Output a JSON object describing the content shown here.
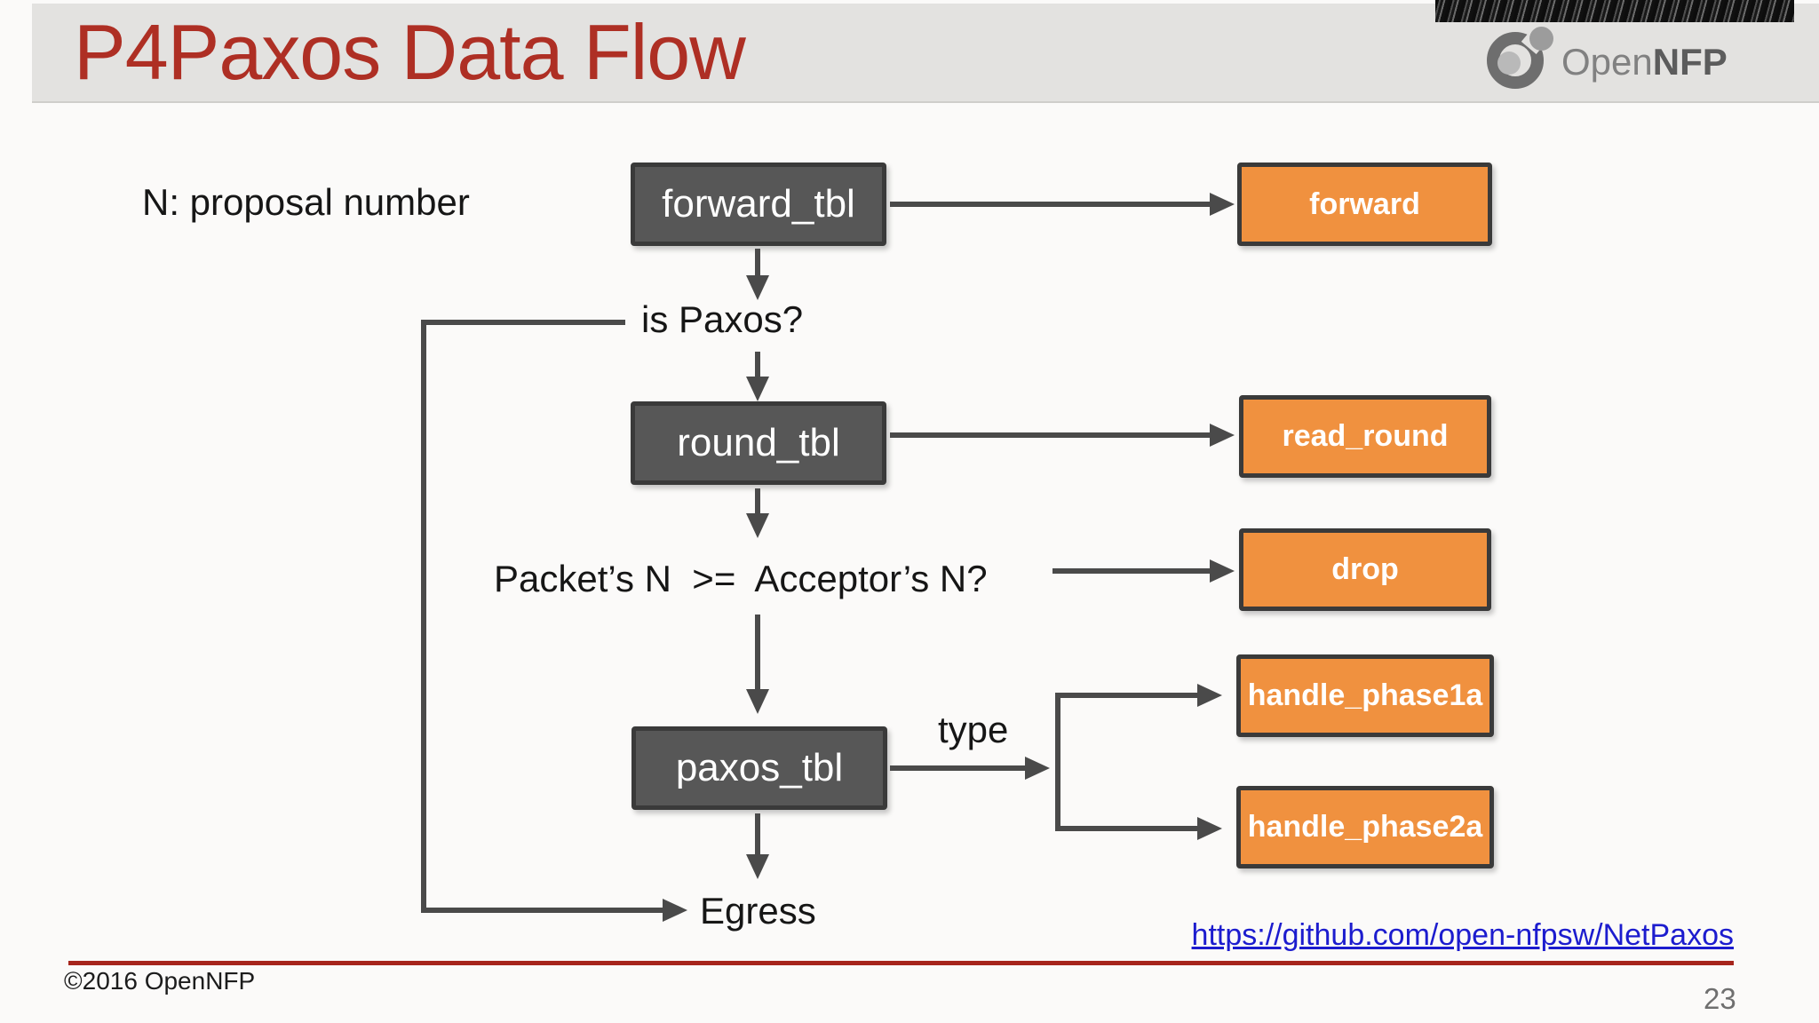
{
  "header": {
    "title": "P4Paxos Data Flow",
    "logo_open": "Open",
    "logo_nfp": "NFP"
  },
  "diagram": {
    "note": "N: proposal number",
    "nodes": {
      "forward_tbl": "forward_tbl",
      "forward": "forward",
      "round_tbl": "round_tbl",
      "read_round": "read_round",
      "drop": "drop",
      "paxos_tbl": "paxos_tbl",
      "handle_phase1a": "handle_phase1a",
      "handle_phase2a": "handle_phase2a"
    },
    "labels": {
      "is_paxos": "is Paxos?",
      "packet_check": "Packet’s N  >=  Acceptor’s N?",
      "type": "type",
      "egress": "Egress"
    }
  },
  "footer": {
    "link": "https://github.com/open-nfpsw/NetPaxos",
    "copyright": "©2016 OpenNFP",
    "page_number": "23"
  },
  "colors": {
    "accent_orange": "#F0913F",
    "table_box_gray": "#575757",
    "box_border": "#3a3a3a",
    "arrow_gray": "#4a4a4a",
    "title_red": "#AE2F24",
    "divider_red": "#A6251C",
    "link_blue": "#1C1CCE",
    "header_gray": "#E3E2E0"
  }
}
